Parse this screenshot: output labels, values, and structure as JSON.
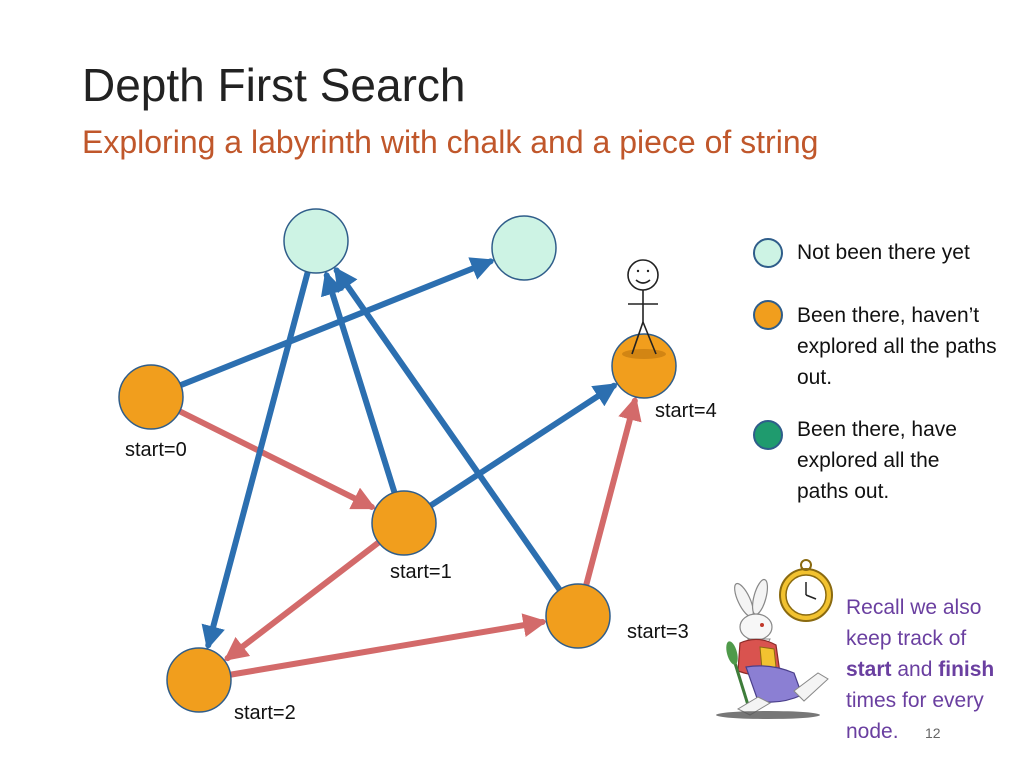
{
  "title": "Depth First Search",
  "subtitle": "Exploring a labyrinth with chalk and a piece of string",
  "colors": {
    "unvisited": "#cdf3e4",
    "in_progress": "#f19e1d",
    "done": "#1f9b6e",
    "tree_edge": "#d36a6a",
    "other_edge": "#2c6fb0",
    "node_border": "#2f5d8a"
  },
  "nodes": [
    {
      "id": "n0",
      "state": "in_progress",
      "label": "start=0"
    },
    {
      "id": "n1",
      "state": "in_progress",
      "label": "start=1"
    },
    {
      "id": "n2",
      "state": "in_progress",
      "label": "start=2"
    },
    {
      "id": "n3",
      "state": "in_progress",
      "label": "start=3"
    },
    {
      "id": "n4",
      "state": "in_progress",
      "label": "start=4"
    },
    {
      "id": "n5",
      "state": "unvisited",
      "label": ""
    },
    {
      "id": "n6",
      "state": "unvisited",
      "label": ""
    }
  ],
  "edges": [
    {
      "from": "n0",
      "to": "n1",
      "kind": "tree"
    },
    {
      "from": "n1",
      "to": "n2",
      "kind": "tree"
    },
    {
      "from": "n2",
      "to": "n3",
      "kind": "tree"
    },
    {
      "from": "n3",
      "to": "n4",
      "kind": "tree"
    },
    {
      "from": "n0",
      "to": "n6",
      "kind": "other"
    },
    {
      "from": "n1",
      "to": "n5",
      "kind": "other"
    },
    {
      "from": "n1",
      "to": "n4",
      "kind": "other"
    },
    {
      "from": "n5",
      "to": "n2",
      "kind": "other"
    },
    {
      "from": "n3",
      "to": "n5",
      "kind": "other"
    }
  ],
  "legend": [
    {
      "state": "unvisited",
      "text": "Not been there yet"
    },
    {
      "state": "in_progress",
      "text": "Been there, haven’t explored all the paths out."
    },
    {
      "state": "done",
      "text": "Been there, have explored all the paths out."
    }
  ],
  "recall": {
    "pre": "Recall we also keep track of ",
    "start_word": "start",
    "mid": " and ",
    "finish_word": "finish",
    "post": " times for every node."
  },
  "page_number": "12",
  "icons": {
    "current_position": "stick-figure-icon",
    "note_illustration": "white-rabbit-with-clock-icon"
  }
}
